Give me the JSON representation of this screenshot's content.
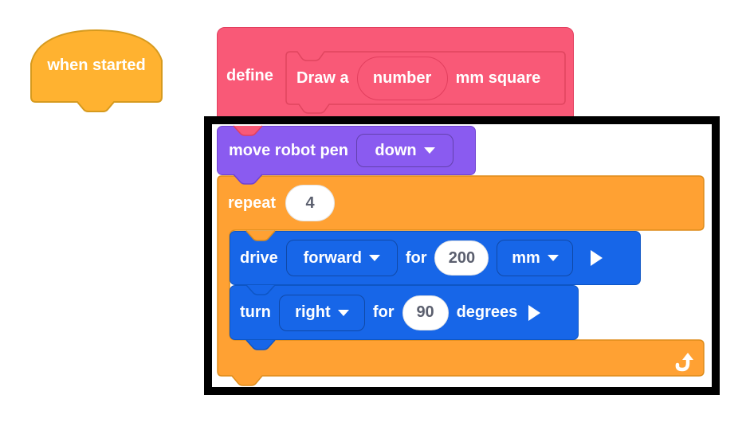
{
  "colors": {
    "background": "#ffffff",
    "hat_orange": "#FFB230",
    "hat_orange_border": "#D69A1E",
    "define_pink": "#F95977",
    "define_pink_border": "#E23F5E",
    "pen_purple": "#8A5BF0",
    "pen_purple_border": "#6F42D1",
    "repeat_orange": "#FFA133",
    "repeat_orange_border": "#DE8C1A",
    "drive_blue": "#1766E8",
    "drive_blue_border": "#0E55C4",
    "frame_black": "#000000",
    "input_text": "#5B5F6E",
    "input_fill": "#ffffff"
  },
  "hat": {
    "label": "when started"
  },
  "define": {
    "keyword": "define",
    "proto_prefix": "Draw a",
    "param_name": "number",
    "proto_suffix": "mm square"
  },
  "pen": {
    "label": "move robot pen",
    "dropdown_value": "down"
  },
  "repeat": {
    "label": "repeat",
    "count": "4"
  },
  "drive": {
    "label": "drive",
    "direction": "forward",
    "for_label": "for",
    "distance": "200",
    "unit": "mm"
  },
  "turn": {
    "label": "turn",
    "direction": "right",
    "for_label": "for",
    "angle": "90",
    "unit_label": "degrees"
  }
}
